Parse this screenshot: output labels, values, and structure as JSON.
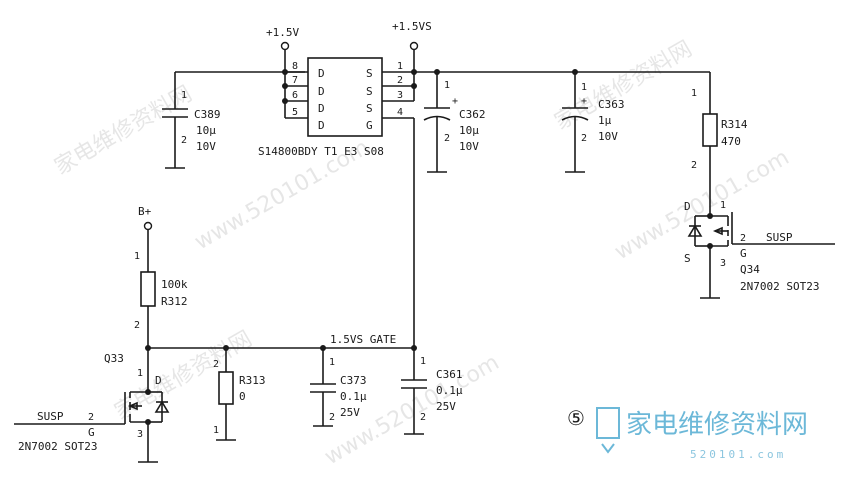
{
  "watermark": {
    "text": "家电维修资料网",
    "url": "www.520101.com"
  },
  "logo": {
    "text": "家电维修资料网",
    "sub": "520101.com"
  },
  "figure_number": "⑤",
  "rails": {
    "v15": "+1.5V",
    "v15s": "+1.5VS",
    "bplus": "B+"
  },
  "ic": {
    "part": "S14800BDY T1 E3 S08",
    "left_pins": [
      "8",
      "7",
      "6",
      "5"
    ],
    "left_names": [
      "D",
      "D",
      "D",
      "D"
    ],
    "right_pins": [
      "1",
      "2",
      "3",
      "4"
    ],
    "right_names": [
      "S",
      "S",
      "S",
      "G"
    ]
  },
  "c389": {
    "ref": "C389",
    "value": "10μ",
    "voltage": "10V",
    "pin1": "1",
    "pin2": "2"
  },
  "c362": {
    "ref": "C362",
    "value": "10μ",
    "voltage": "10V",
    "pin1": "1",
    "pin2": "2",
    "plus": "+"
  },
  "c363": {
    "ref": "C363",
    "value": "1μ",
    "voltage": "10V",
    "pin1": "1",
    "pin2": "2",
    "plus": "+"
  },
  "r314": {
    "ref": "R314",
    "value": "470",
    "pin1": "1",
    "pin2": "2"
  },
  "q34": {
    "ref": "Q34",
    "part": "2N7002 SOT23",
    "d": "D",
    "s": "S",
    "g": "G",
    "pin1": "1",
    "pin2": "2",
    "pin3": "3",
    "signal": "SUSP"
  },
  "r312": {
    "ref": "R312",
    "value": "100k",
    "pin1": "1",
    "pin2": "2"
  },
  "q33": {
    "ref": "Q33",
    "part": "2N7002 SOT23",
    "d": "D",
    "g": "G",
    "pin1": "1",
    "pin2": "2",
    "pin3": "3",
    "signal": "SUSP"
  },
  "r313": {
    "ref": "R313",
    "value": "0",
    "pin1": "1",
    "pin2": "2"
  },
  "gate_net": "1.5VS GATE",
  "c373": {
    "ref": "C373",
    "value": "0.1μ",
    "voltage": "25V",
    "pin1": "1",
    "pin2": "2"
  },
  "c361": {
    "ref": "C361",
    "value": "0.1μ",
    "voltage": "25V",
    "pin1": "1",
    "pin2": "2"
  }
}
